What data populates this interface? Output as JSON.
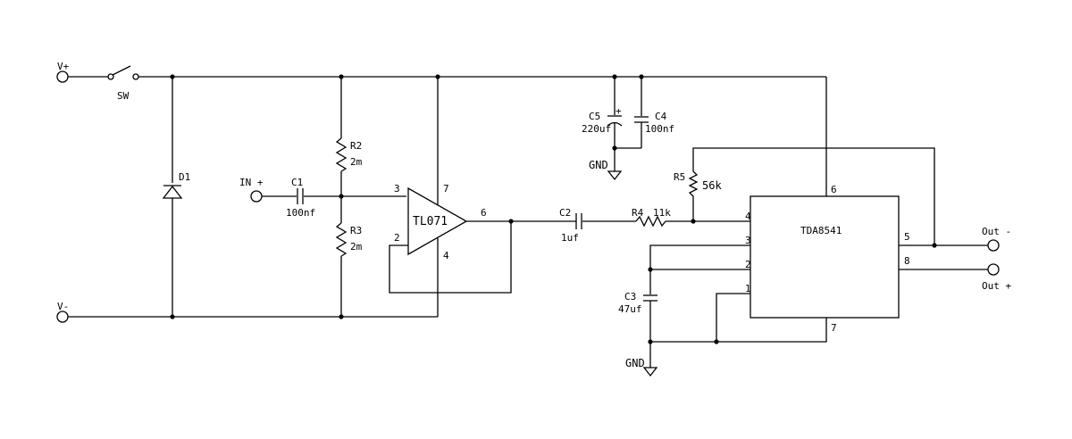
{
  "power": {
    "vplus": "V+",
    "vminus": "V-"
  },
  "switch": {
    "ref": "SW"
  },
  "diode": {
    "ref": "D1"
  },
  "input": {
    "label": "IN +"
  },
  "c1": {
    "ref": "C1",
    "value": "100nf"
  },
  "r2": {
    "ref": "R2",
    "value": "2m"
  },
  "r3": {
    "ref": "R3",
    "value": "2m"
  },
  "opamp": {
    "name": "TL071",
    "pin3": "3",
    "pin2": "2",
    "pin7": "7",
    "pin4": "4",
    "pin6": "6"
  },
  "c2": {
    "ref": "C2",
    "value": "1uf"
  },
  "r4": {
    "ref": "R4",
    "value": "11k"
  },
  "r5": {
    "ref": "R5",
    "value": "56k"
  },
  "c5": {
    "ref": "C5",
    "value": "220uf",
    "polarity": "+"
  },
  "c4": {
    "ref": "C4",
    "value": "100nf"
  },
  "c3": {
    "ref": "C3",
    "value": "47uf"
  },
  "gnd": {
    "label": "GND"
  },
  "amp": {
    "name": "TDA8541",
    "pin1": "1",
    "pin2": "2",
    "pin3": "3",
    "pin4": "4",
    "pin5": "5",
    "pin6": "6",
    "pin7": "7",
    "pin8": "8"
  },
  "outputs": {
    "out_minus": "Out -",
    "out_plus": "Out +"
  }
}
